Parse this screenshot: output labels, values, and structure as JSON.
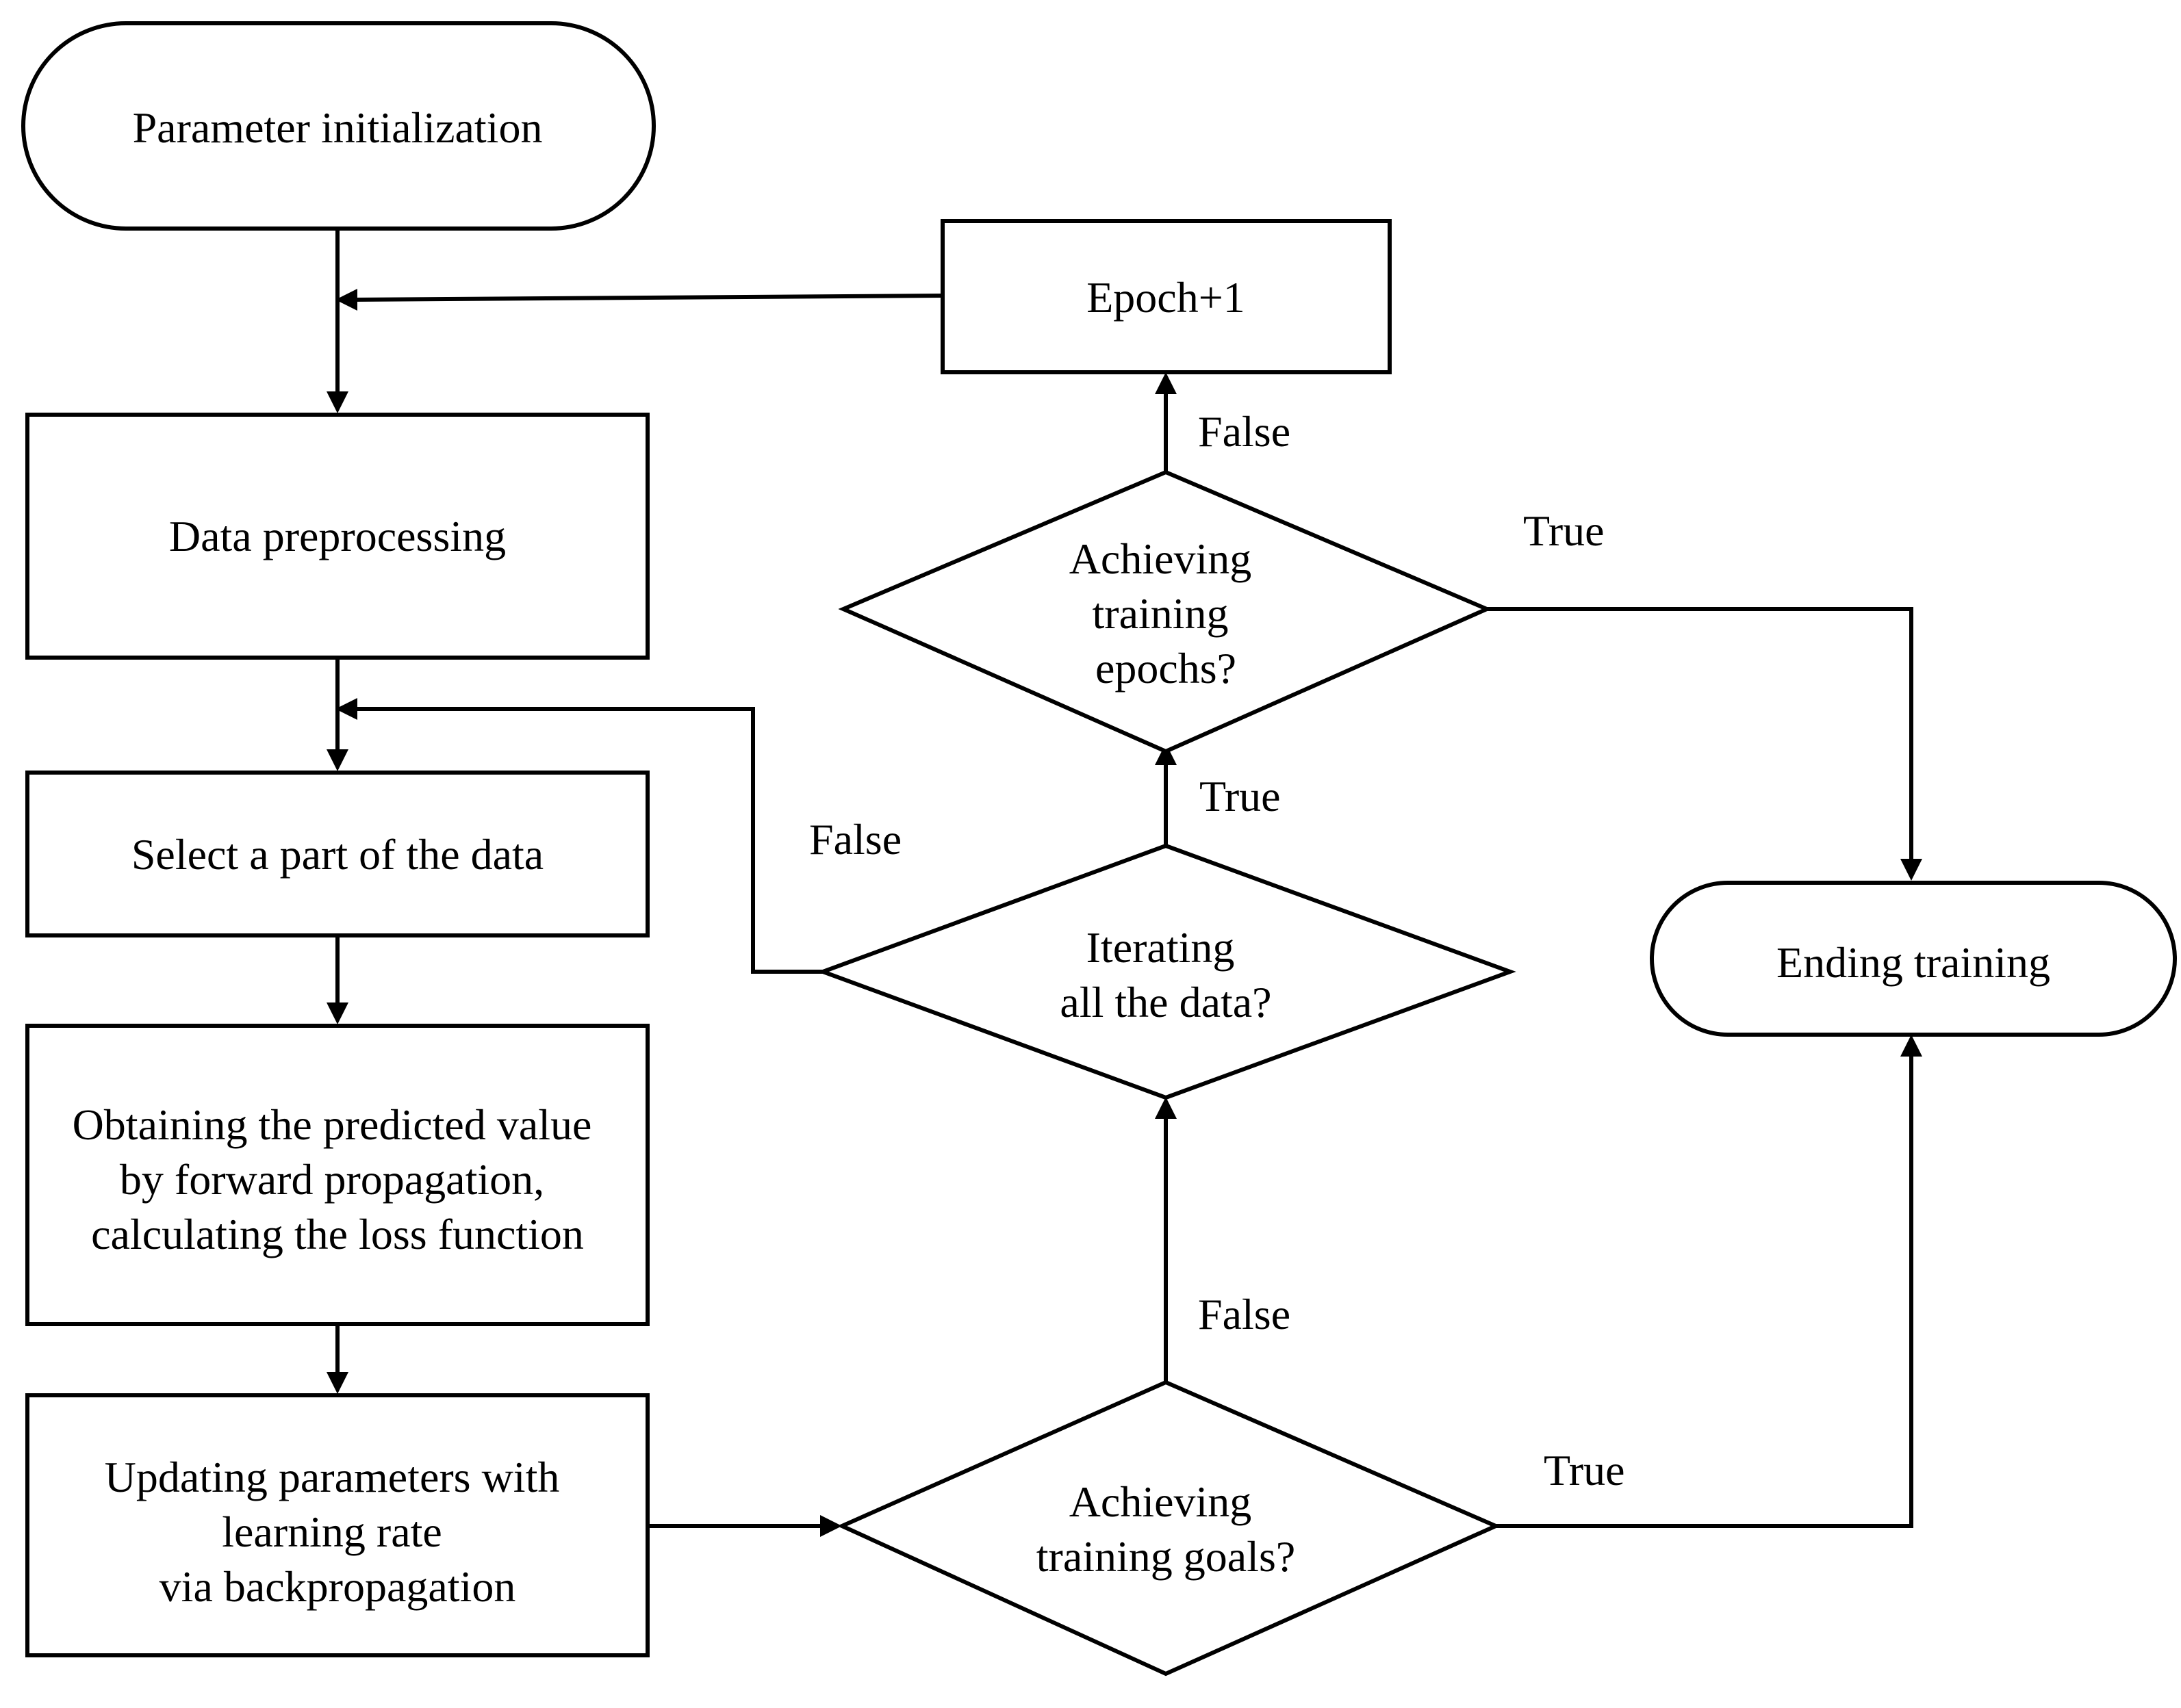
{
  "flowchart": {
    "nodes": {
      "param_init": {
        "shape": "terminator",
        "lines": [
          "Parameter initialization"
        ]
      },
      "epoch_inc": {
        "shape": "process",
        "lines": [
          "Epoch+1"
        ]
      },
      "data_pre": {
        "shape": "process",
        "lines": [
          "Data preprocessing"
        ]
      },
      "select_part": {
        "shape": "process",
        "lines": [
          "Select a part of the data"
        ]
      },
      "forward": {
        "shape": "process",
        "lines": [
          "Obtaining the predicted value",
          "by forward propagation,",
          "calculating the loss function"
        ]
      },
      "update": {
        "shape": "process",
        "lines": [
          "Updating parameters with",
          "learning rate",
          "via backpropagation"
        ]
      },
      "dec_epochs": {
        "shape": "decision",
        "lines": [
          "Achieving",
          "training",
          "epochs?"
        ]
      },
      "dec_iterate": {
        "shape": "decision",
        "lines": [
          "Iterating",
          "all the data?"
        ]
      },
      "dec_goals": {
        "shape": "decision",
        "lines": [
          "Achieving",
          "training goals?"
        ]
      },
      "end_training": {
        "shape": "terminator",
        "lines": [
          "Ending training"
        ]
      }
    },
    "edge_labels": {
      "epochs_false": "False",
      "epochs_true": "True",
      "iterate_true": "True",
      "iterate_false": "False",
      "goals_false": "False",
      "goals_true": "True"
    }
  }
}
